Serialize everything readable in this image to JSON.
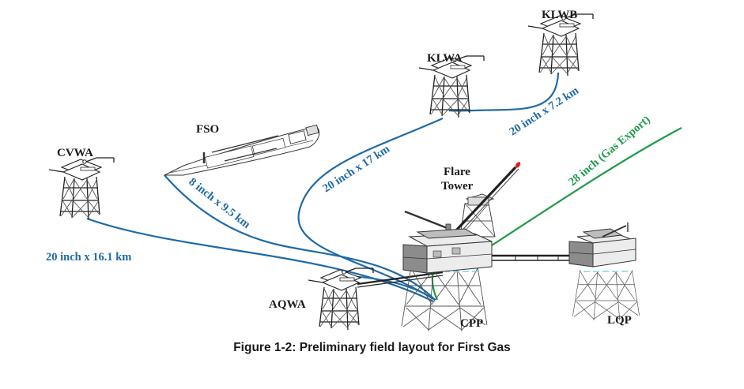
{
  "figure": {
    "caption": "Figure 1-2: Preliminary field layout for First Gas"
  },
  "colors": {
    "pipeline_blue": "#1f6aa5",
    "pipeline_green": "#1f9a4a",
    "flare_tip": "#e02020",
    "steel": "#222222",
    "walkway_cyan": "#7fd6e0"
  },
  "nodes": {
    "cvwa": {
      "label": "CVWA",
      "type": "wellhead-platform"
    },
    "fso": {
      "label": "FSO",
      "type": "floating-storage-vessel"
    },
    "klwa": {
      "label": "KLWA",
      "type": "wellhead-platform"
    },
    "klwb": {
      "label": "KLWB",
      "type": "wellhead-platform"
    },
    "flare": {
      "label_line1": "Flare",
      "label_line2": "Tower",
      "type": "flare-tower"
    },
    "aqwa": {
      "label": "AQWA",
      "type": "wellhead-platform"
    },
    "cpp": {
      "label": "CPP",
      "type": "central-processing-platform"
    },
    "lqp": {
      "label": "LQP",
      "type": "living-quarters-platform"
    }
  },
  "pipelines": [
    {
      "id": "cvwa-cpp",
      "from": "CVWA",
      "to": "CPP",
      "label": "20 inch x 16.1 km",
      "color": "blue"
    },
    {
      "id": "fso-cpp",
      "from": "FSO",
      "to": "CPP",
      "label": "8 inch x 9.5 km",
      "color": "blue"
    },
    {
      "id": "klwa-cpp",
      "from": "KLWA",
      "to": "CPP",
      "label": "20 inch x 17 km",
      "color": "blue"
    },
    {
      "id": "klwb-klwa",
      "from": "KLWB",
      "to": "KLWA",
      "label": "20 inch x 7.2 km",
      "color": "blue"
    },
    {
      "id": "gas-export",
      "from": "CPP",
      "to": "export",
      "label": "28 inch (Gas Export)",
      "color": "green"
    }
  ]
}
